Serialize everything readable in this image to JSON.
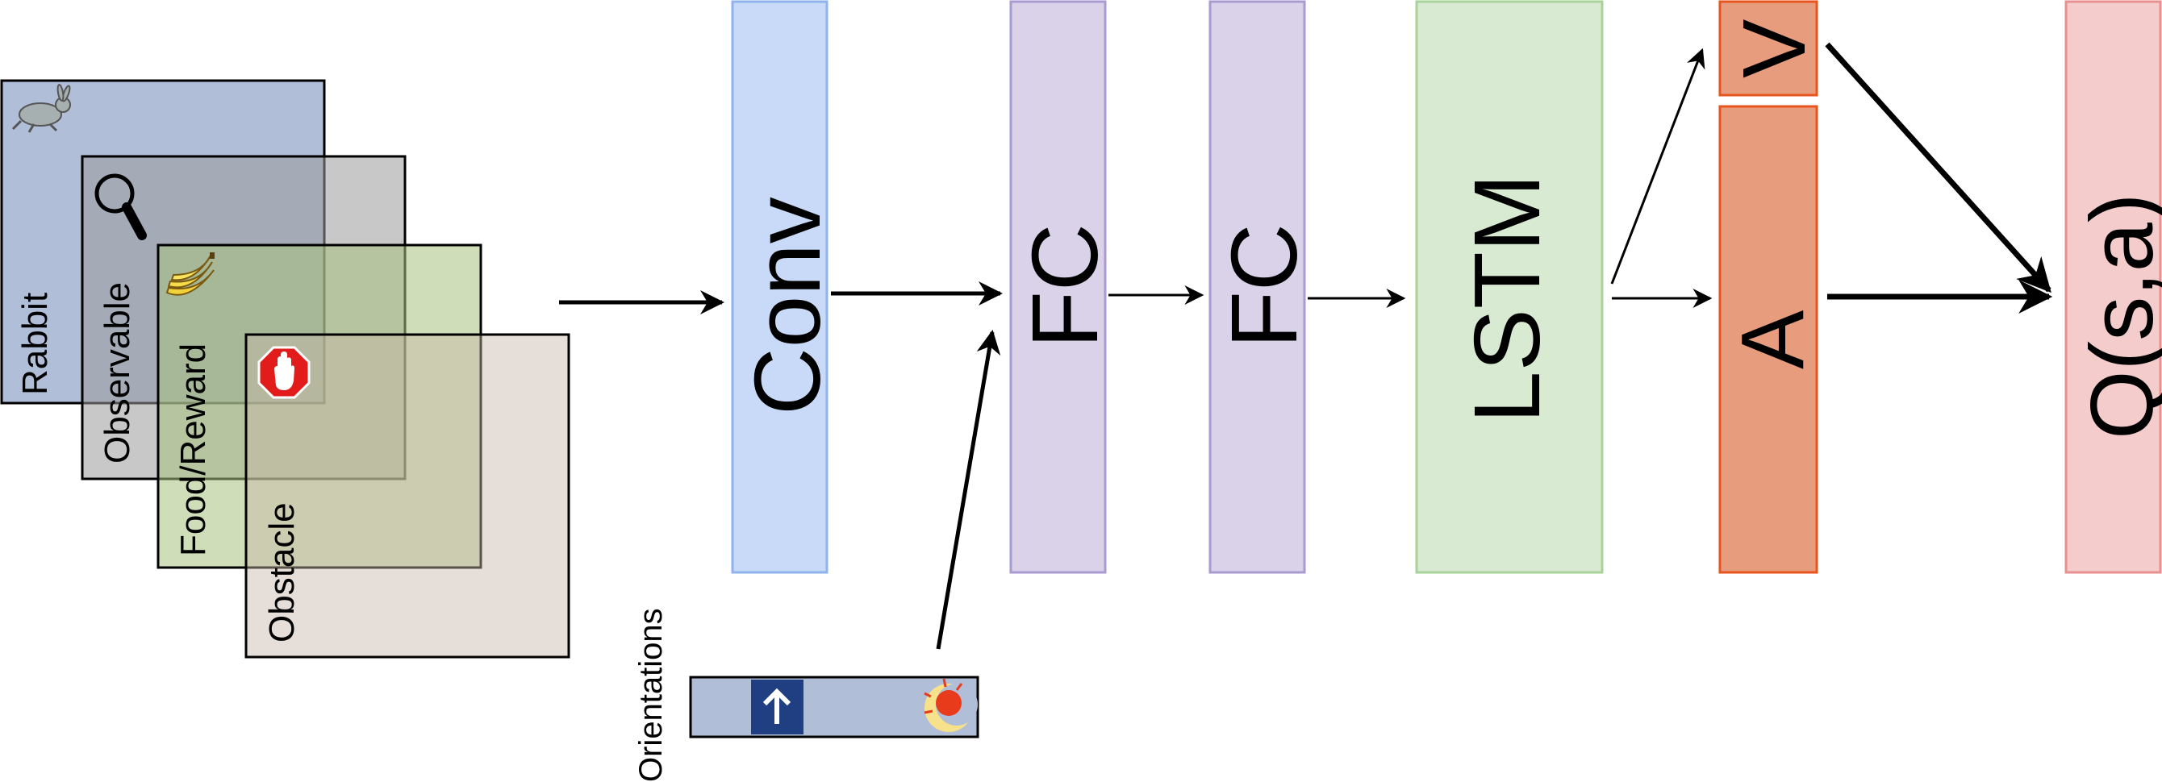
{
  "layers": {
    "rabbit": "Rabbit",
    "observable": "Observable",
    "food_reward": "Food/Reward",
    "obstacle": "Obstacle"
  },
  "orientations": {
    "label": "Orientations"
  },
  "blocks": {
    "conv": "Conv",
    "fc1": "FC",
    "fc2": "FC",
    "lstm": "LSTM",
    "v": "V",
    "a": "A",
    "q": "Q(s,a)"
  },
  "icons": {
    "rabbit": "rabbit-icon",
    "observable": "magnifier-icon",
    "food": "banana-icon",
    "obstacle": "stop-hand-icon",
    "orientation_arrow": "arrow-up-icon",
    "orientation_time": "sun-moon-icon"
  },
  "colors": {
    "rabbit_layer": "#b0bed8",
    "observable_layer": "#c8c8c8",
    "food_layer": "#cfdcb9",
    "obstacle_layer": "#e6dcd6",
    "conv": "#c9daf8",
    "fc": "#d9d2e9",
    "lstm": "#d9ead3",
    "v": "#e89c7e",
    "a": "#e89c7e",
    "q": "#f4cccc"
  }
}
